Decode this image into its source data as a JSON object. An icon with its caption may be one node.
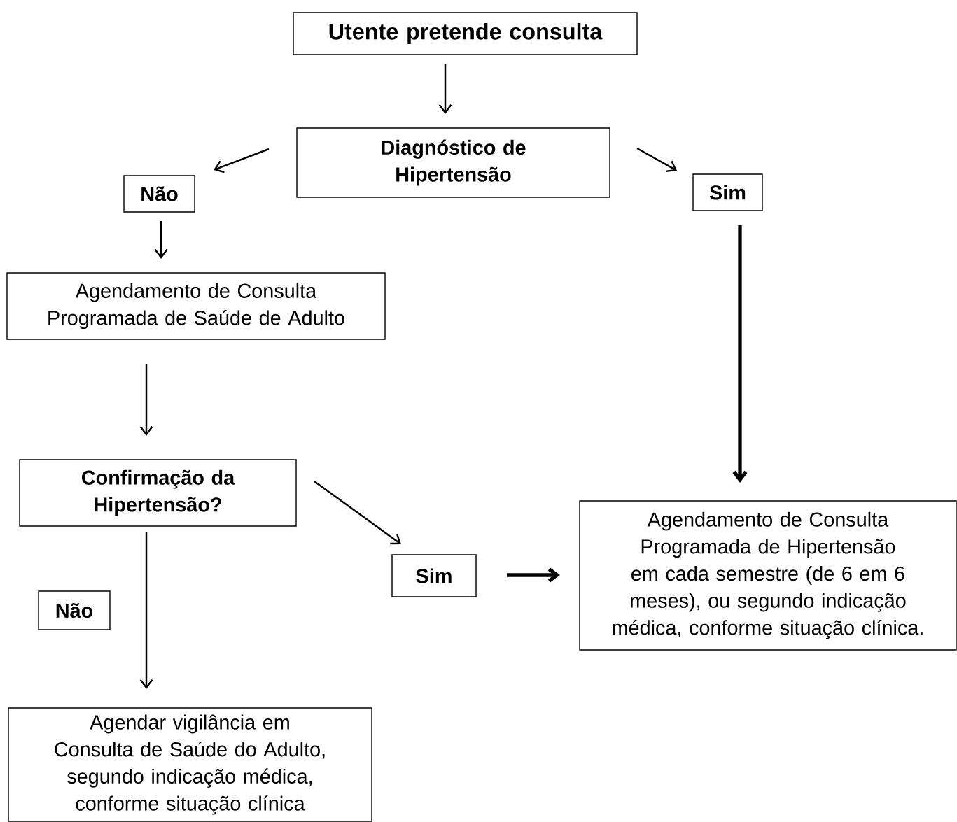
{
  "diagram": {
    "nodes": [
      {
        "text": [
          "Utente pretende consulta"
        ]
      },
      {
        "text": [
          "Diagnóstico de Hipertensão"
        ]
      },
      {
        "text": [
          "Não"
        ]
      },
      {
        "text": [
          "Sim"
        ]
      },
      {
        "text": [
          "Agendamento de Consulta Programada de Saúde de Adulto"
        ]
      },
      {
        "text": [
          "Confirmação da Hipertensão?"
        ]
      },
      {
        "text": [
          "Sim"
        ]
      },
      {
        "text": [
          "Agendamento de Consulta Programada de Hipertensão em cada semestre (de 6 em 6 meses), ou segundo indicação médica, conforme situação clínica."
        ]
      },
      {
        "text": [
          "Não"
        ]
      },
      {
        "text": [
          "Agendar vigilância em Consulta de Saúde do Adulto, segundo indicação médica, conforme situação clínica"
        ]
      }
    ],
    "edges": [
      {
        "from": 0,
        "to": 1,
        "arrow": "to"
      },
      {
        "from": 1,
        "to": 2,
        "arrow": "to"
      },
      {
        "from": 1,
        "to": 3,
        "arrow": "to"
      },
      {
        "from": 2,
        "to": 4,
        "arrow": "to"
      },
      {
        "from": 3,
        "to": 7,
        "arrow": "to",
        "style": "thick"
      },
      {
        "from": 4,
        "to": 5,
        "arrow": "to"
      },
      {
        "from": 5,
        "to": 6,
        "arrow": "to"
      },
      {
        "from": 6,
        "to": 7,
        "arrow": "to",
        "style": "thick"
      },
      {
        "from": 5,
        "to": 9,
        "arrow": "to"
      }
    ]
  }
}
